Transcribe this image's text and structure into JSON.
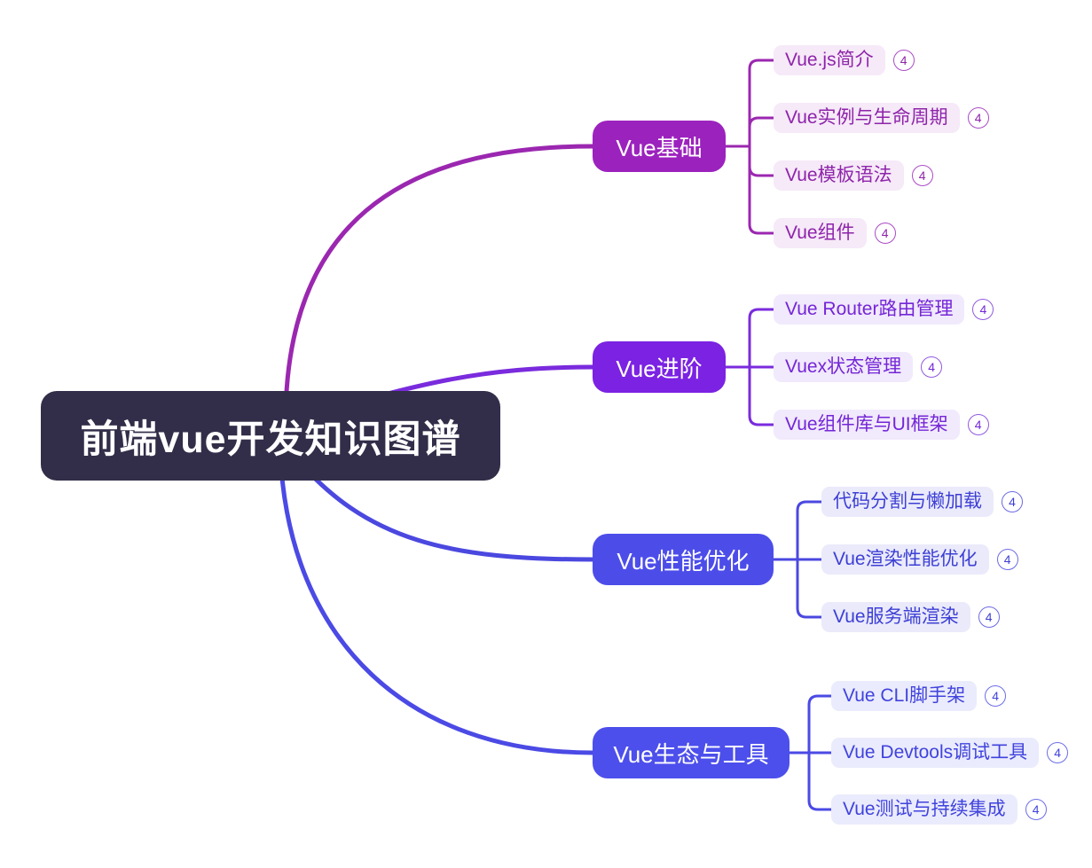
{
  "root": {
    "label": "前端vue开发知识图谱",
    "bg_color": "#322E49",
    "text_color": "#FFFFFF"
  },
  "canvas_bg": "#FFFFFF",
  "branches": [
    {
      "label": "Vue基础",
      "box_color": "#9C22BE",
      "line_color": "#9B27B0",
      "leaf_bg": "#F6E9F8",
      "leaf_text_color": "#8E24AA",
      "badge_border_color": "#AB4BC6",
      "children": [
        {
          "label": "Vue.js简介",
          "badge": "4"
        },
        {
          "label": "Vue实例与生命周期",
          "badge": "4"
        },
        {
          "label": "Vue模板语法",
          "badge": "4"
        },
        {
          "label": "Vue组件",
          "badge": "4"
        }
      ]
    },
    {
      "label": "Vue进阶",
      "box_color": "#7B22E3",
      "line_color": "#7A2BDD",
      "leaf_bg": "#F1E9FC",
      "leaf_text_color": "#7426D6",
      "badge_border_color": "#9159DF",
      "children": [
        {
          "label": "Vue Router路由管理",
          "badge": "4"
        },
        {
          "label": "Vuex状态管理",
          "badge": "4"
        },
        {
          "label": "Vue组件库与UI框架",
          "badge": "4"
        }
      ]
    },
    {
      "label": "Vue性能优化",
      "box_color": "#4C4DE9",
      "line_color": "#4B48E0",
      "leaf_bg": "#EAEAFB",
      "leaf_text_color": "#3D3FD4",
      "badge_border_color": "#6C6AE4",
      "children": [
        {
          "label": "代码分割与懒加载",
          "badge": "4"
        },
        {
          "label": "Vue渲染性能优化",
          "badge": "4"
        },
        {
          "label": "Vue服务端渲染",
          "badge": "4"
        }
      ]
    },
    {
      "label": "Vue生态与工具",
      "box_color": "#4C4FEB",
      "line_color": "#4B4AE5",
      "leaf_bg": "#EAEBFC",
      "leaf_text_color": "#4043DD",
      "badge_border_color": "#6C6DE7",
      "children": [
        {
          "label": "Vue CLI脚手架",
          "badge": "4"
        },
        {
          "label": "Vue Devtools调试工具",
          "badge": "4"
        },
        {
          "label": "Vue测试与持续集成",
          "badge": "4"
        }
      ]
    }
  ]
}
